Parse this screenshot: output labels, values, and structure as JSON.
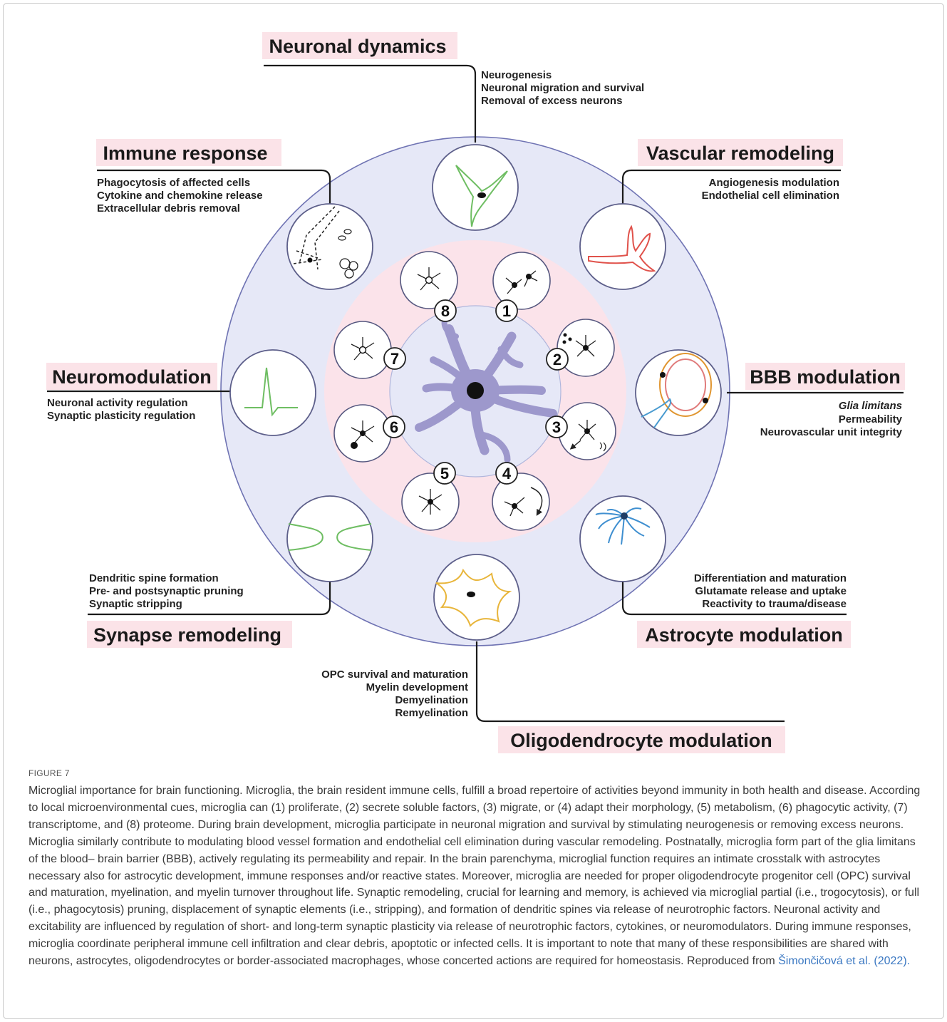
{
  "panels": {
    "neuronal_dynamics": {
      "title": "Neuronal dynamics",
      "items": [
        "Neurogenesis",
        "Neuronal migration and survival",
        "Removal of excess neurons"
      ]
    },
    "vascular_remodeling": {
      "title": "Vascular remodeling",
      "items": [
        "Angiogenesis modulation",
        "Endothelial cell elimination"
      ]
    },
    "bbb_modulation": {
      "title": "BBB modulation",
      "items": [
        "Glia limitans",
        "Permeability",
        "Neurovascular unit integrity"
      ]
    },
    "astrocyte_modulation": {
      "title": "Astrocyte modulation",
      "items": [
        "Differentiation and maturation",
        "Glutamate release and uptake",
        "Reactivity to trauma/disease"
      ]
    },
    "oligodendrocyte_modulation": {
      "title": "Oligodendrocyte modulation",
      "items": [
        "OPC survival and maturation",
        "Myelin development",
        "Demyelination",
        "Remyelination"
      ]
    },
    "synapse_remodeling": {
      "title": "Synapse remodeling",
      "items": [
        "Dendritic spine formation",
        "Pre- and postsynaptic pruning",
        "Synaptic stripping"
      ]
    },
    "neuromodulation": {
      "title": "Neuromodulation",
      "items": [
        "Neuronal activity regulation",
        "Synaptic plasticity regulation"
      ]
    },
    "immune_response": {
      "title": "Immune response",
      "items": [
        "Phagocytosis of affected cells",
        "Cytokine and chemokine release",
        "Extracellular debris removal"
      ]
    }
  },
  "numbers": [
    "1",
    "2",
    "3",
    "4",
    "5",
    "6",
    "7",
    "8"
  ],
  "caption": {
    "label": "FIGURE 7",
    "text": "Microglial importance for brain functioning. Microglia, the brain resident immune cells, fulfill a broad repertoire of activities beyond immunity in both health and disease. According to local microenvironmental cues, microglia can (1) proliferate, (2) secrete soluble factors, (3) migrate, or (4) adapt their morphology, (5) metabolism, (6) phagocytic activity, (7) transcriptome, and (8) proteome. During brain development, microglia participate in neuronal migration and survival by stimulating neurogenesis or removing excess neurons. Microglia similarly contribute to modulating blood vessel formation and endothelial cell elimination during vascular remodeling. Postnatally, microglia form part of the glia limitans of the blood– brain barrier (BBB), actively regulating its permeability and repair. In the brain parenchyma, microglial function requires an intimate crosstalk with astrocytes necessary also for astrocytic development, immune responses and/or reactive states. Moreover, microglia are needed for proper oligodendrocyte progenitor cell (OPC) survival and maturation, myelination, and myelin turnover throughout life. Synaptic remodeling, crucial for learning and memory, is achieved via microglial partial (i.e., trogocytosis), or full (i.e., phagocytosis) pruning, displacement of synaptic elements (i.e., stripping), and formation of dendritic spines via release of neurotrophic factors. Neuronal activity and excitability are influenced by regulation of short- and long-term synaptic plasticity via release of neurotrophic factors, cytokines, or neuromodulators. During immune responses, microglia coordinate peripheral immune cell infiltration and clear debris, apoptotic or infected cells. It is important to note that many of these responsibilities are shared with neurons, astrocytes, oligodendrocytes or border-associated macrophages, whose concerted actions are required for homeostasis. Reproduced from ",
    "reference": "Šimončičová et al. (2022)."
  },
  "colors": {
    "outer_ring": "#e6e8f7",
    "middle_ring": "#fbe3ea",
    "label_background": "#fbe3e8",
    "microglia": "#9d98cc",
    "neuron": "#6fbe63",
    "vessel": "#e0524b",
    "astrocyte": "#3f8fd0",
    "oligodendrocyte": "#e8b53a"
  }
}
